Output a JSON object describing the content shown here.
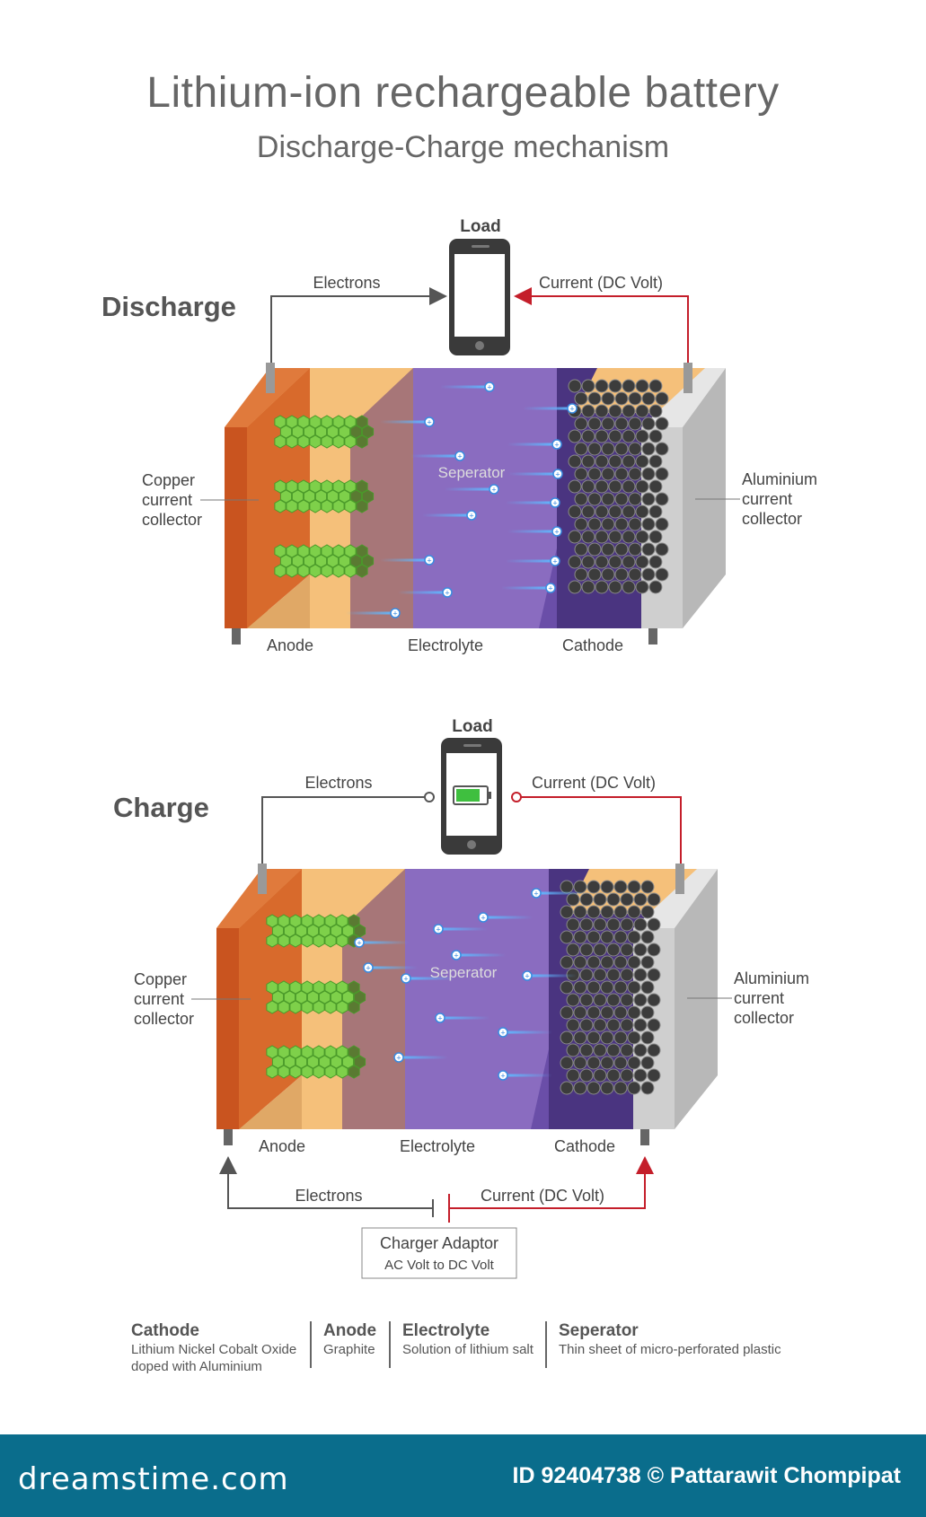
{
  "title": "Lithium-ion rechargeable battery",
  "subtitle": "Discharge-Charge mechanism",
  "discharge": {
    "heading": "Discharge",
    "load": "Load",
    "electrons": "Electrons",
    "current": "Current (DC Volt)",
    "copper": [
      "Copper",
      "current",
      "collector"
    ],
    "aluminium": [
      "Aluminium",
      "current",
      "collector"
    ],
    "separator": "Seperator",
    "anode": "Anode",
    "electrolyte": "Electrolyte",
    "cathode": "Cathode"
  },
  "charge": {
    "heading": "Charge",
    "load": "Load",
    "electrons": "Electrons",
    "current": "Current (DC Volt)",
    "copper": [
      "Copper",
      "current",
      "collector"
    ],
    "aluminium": [
      "Aluminium",
      "current",
      "collector"
    ],
    "separator": "Seperator",
    "anode": "Anode",
    "electrolyte": "Electrolyte",
    "cathode": "Cathode",
    "bottom_electrons": "Electrons",
    "bottom_current": "Current (DC Volt)",
    "adaptor_title": "Charger Adaptor",
    "adaptor_sub": "AC Volt to DC Volt"
  },
  "legend": [
    {
      "title": "Cathode",
      "desc": [
        "Lithium Nickel Cobalt Oxide",
        "doped with Aluminium"
      ]
    },
    {
      "title": "Anode",
      "desc": [
        "Graphite"
      ]
    },
    {
      "title": "Electrolyte",
      "desc": [
        "Solution of lithium salt"
      ]
    },
    {
      "title": "Seperator",
      "desc": [
        "Thin sheet of micro-perforated plastic"
      ]
    }
  ],
  "footer": {
    "logo": "dreamstime.com",
    "id": "ID 92404738 © Pattarawit Chompipat"
  },
  "colors": {
    "copper": "#d2602a",
    "anode": "#f5c07a",
    "separator": "#7d5ca8",
    "electrolyte": "#8a6cc0",
    "cathode_bg": "#5a3e92",
    "aluminium": "#d4d4d4",
    "wire_electron": "#555555",
    "wire_current": "#c41e2a",
    "footer": "#0a6d8c"
  }
}
